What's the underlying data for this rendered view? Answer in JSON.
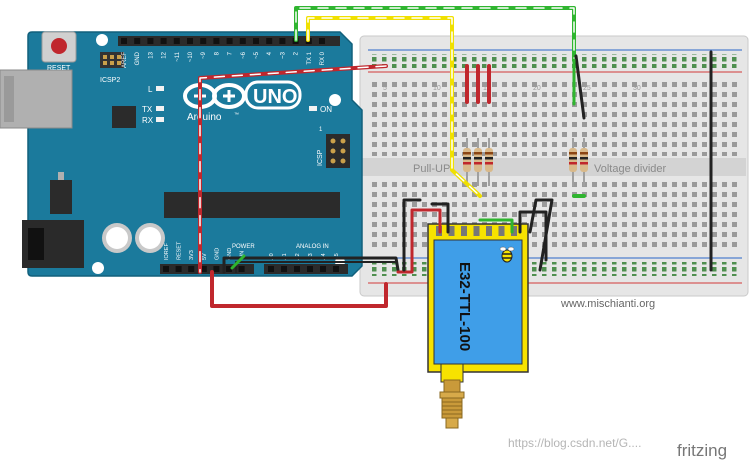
{
  "arduino": {
    "board_name": "UNO",
    "brand": "Arduino",
    "tm": "™",
    "reset_label": "RESET",
    "icsp2_label": "ICSP2",
    "icsp_label": "ICSP",
    "l_label": "L",
    "tx_label": "TX",
    "rx_label": "RX",
    "on_label": "ON",
    "digital_pins": [
      "AREF",
      "GND",
      "13",
      "12",
      "~11",
      "~10",
      "~9",
      "8",
      "7",
      "~6",
      "~5",
      "4",
      "~3",
      "2",
      "TX 1",
      "RX 0"
    ],
    "power_pins": [
      "IOREF",
      "RESET",
      "3V3",
      "5V",
      "GND",
      "GND",
      "VIN"
    ],
    "power_label": "POWER",
    "analog_label": "ANALOG IN",
    "analog_pins": [
      "A0",
      "A1",
      "A2",
      "A3",
      "A4",
      "A5"
    ],
    "icsp_pin_label": "1",
    "colors": {
      "board": "#1b7a9c",
      "board_dark": "#12607c"
    }
  },
  "breadboard": {
    "pullup_label": "Pull-UP",
    "divider_label": "Voltage divider",
    "column_numbers": [
      "5",
      "10",
      "15",
      "20",
      "25",
      "30"
    ]
  },
  "module": {
    "name": "E32-TTL-100",
    "colors": {
      "frame": "#f7e200",
      "screen": "#3f9ee8"
    }
  },
  "credits": {
    "site": "www.mischianti.org",
    "fritzing": "fritzing",
    "watermark": "https://blog.csdn.net/G...."
  },
  "wire_colors": {
    "red": "#c0272d",
    "black": "#222222",
    "green": "#2fb52f",
    "yellow": "#f0e000",
    "white": "#ffffff"
  }
}
